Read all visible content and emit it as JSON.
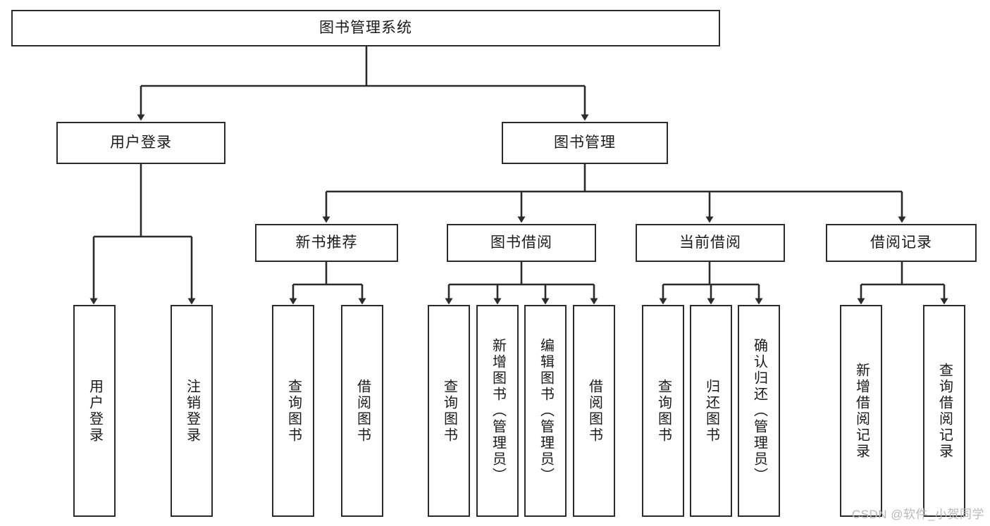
{
  "diagram": {
    "title": "图书管理系统",
    "type": "hierarchy-tree",
    "levels": 4,
    "root": {
      "id": "root",
      "label": "图书管理系统"
    },
    "level2": [
      {
        "id": "user-login",
        "label": "用户登录"
      },
      {
        "id": "book-manage",
        "label": "图书管理"
      }
    ],
    "level3": [
      {
        "id": "new-book-recommend",
        "label": "新书推荐"
      },
      {
        "id": "book-borrow",
        "label": "图书借阅"
      },
      {
        "id": "current-borrow",
        "label": "当前借阅"
      },
      {
        "id": "borrow-record",
        "label": "借阅记录"
      }
    ],
    "leaves": [
      {
        "id": "leaf-user-login",
        "label": "用户登录",
        "parent": "user-login"
      },
      {
        "id": "leaf-logout",
        "label": "注销登录",
        "parent": "user-login"
      },
      {
        "id": "leaf-query-book-1",
        "label": "查询图书",
        "parent": "new-book-recommend"
      },
      {
        "id": "leaf-borrow-book-1",
        "label": "借阅图书",
        "parent": "new-book-recommend"
      },
      {
        "id": "leaf-query-book-2",
        "label": "查询图书",
        "parent": "book-borrow"
      },
      {
        "id": "leaf-add-book",
        "label": "新增图书（管理员）",
        "parent": "book-borrow"
      },
      {
        "id": "leaf-edit-book",
        "label": "编辑图书（管理员）",
        "parent": "book-borrow"
      },
      {
        "id": "leaf-borrow-book-2",
        "label": "借阅图书",
        "parent": "book-borrow"
      },
      {
        "id": "leaf-query-book-3",
        "label": "查询图书",
        "parent": "current-borrow"
      },
      {
        "id": "leaf-return-book",
        "label": "归还图书",
        "parent": "current-borrow"
      },
      {
        "id": "leaf-confirm-return",
        "label": "确认归还（管理员）",
        "parent": "current-borrow"
      },
      {
        "id": "leaf-add-record",
        "label": "新增借阅记录",
        "parent": "borrow-record"
      },
      {
        "id": "leaf-query-record",
        "label": "查询借阅记录",
        "parent": "borrow-record"
      }
    ],
    "colors": {
      "box_border": "#2b2b2b",
      "box_fill": "#ffffff",
      "connector": "#2b2b2b",
      "text": "#1a1a1a",
      "watermark": "#b9b9b9",
      "background": "#ffffff"
    }
  },
  "watermark": {
    "text": "CSDN @软件_小贺同学"
  }
}
